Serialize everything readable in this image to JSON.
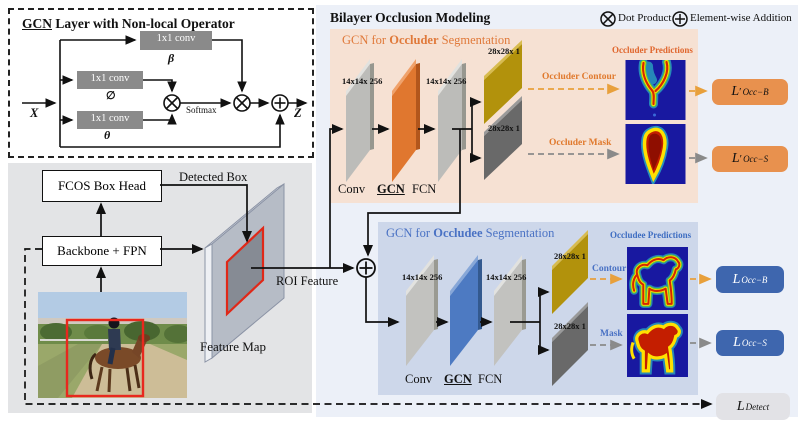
{
  "gcn_block": {
    "title_gcn": "GCN",
    "title_rest": " Layer with Non-local Operator",
    "conv_label": "1x1 conv",
    "beta": "β",
    "phi": "∅",
    "theta": "θ",
    "x_label": "X",
    "z_label": "Z",
    "softmax": "Softmax"
  },
  "bilayer": {
    "title": "Bilayer Occlusion Modeling",
    "legend": {
      "dot_symbol": "⊗",
      "dot_label": "Dot Product",
      "add_symbol": "⊕",
      "add_label": "Element-wise Addition"
    }
  },
  "occluder": {
    "title_prefix": "GCN for ",
    "title_bold": "Occluder",
    "title_suffix": " Segmentation",
    "dims": [
      "14x14x 256",
      "14x14x 256"
    ],
    "out_dims": [
      "28x28x 1",
      "28x28x 1"
    ],
    "conv": "Conv",
    "gcn": "GCN",
    "fcn": "FCN",
    "contour_label": "Occluder Contour",
    "mask_label": "Occluder Mask",
    "predictions_title": "Occluder Predictions",
    "loss_contour": {
      "base": "L",
      "prime": "′",
      "sub": "Occ−B"
    },
    "loss_mask": {
      "base": "L",
      "prime": "′",
      "sub": "Occ−S"
    }
  },
  "occludee": {
    "title_prefix": "GCN for ",
    "title_bold": "Occludee",
    "title_suffix": " Segmentation",
    "dims": [
      "14x14x 256",
      "14x14x 256"
    ],
    "out_dims": [
      "28x28x 1",
      "28x28x 1"
    ],
    "conv": "Conv",
    "gcn": "GCN",
    "fcn": "FCN",
    "contour_label": "Contour",
    "mask_label": "Mask",
    "predictions_title": "Occludee Predictions",
    "loss_contour": {
      "base": "L",
      "prime": "",
      "sub": "Occ−B"
    },
    "loss_mask": {
      "base": "L",
      "prime": "",
      "sub": "Occ−S"
    }
  },
  "detection": {
    "fcos_label": "FCOS Box Head",
    "backbone_label": "Backbone + FPN",
    "detected_box_label": "Detected Box",
    "roi_label": "ROI Feature",
    "feature_map_label": "Feature Map",
    "loss_detect": {
      "base": "L",
      "prime": "",
      "sub": "Detect"
    }
  },
  "colors": {
    "occluder_panel": "#f6e1d3",
    "occludee_panel": "#cdd7ea",
    "bilayer_panel": "#ecf0f8",
    "detection_panel": "#e3e4e6",
    "occluder_accent": "#e0793a",
    "occludee_accent": "#4a72c4",
    "gcn_layer_orange": "#e0772f",
    "gcn_layer_blue": "#4d7ac2",
    "loss_orange": "#e8914e",
    "loss_blue": "#3e66ae",
    "heatmap_blue": "#1818a0"
  }
}
